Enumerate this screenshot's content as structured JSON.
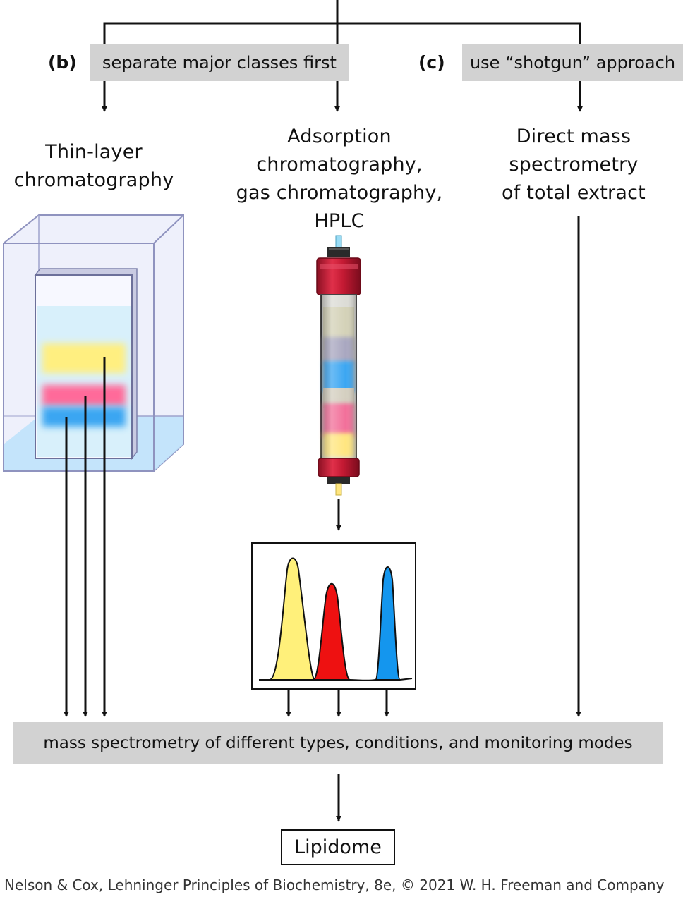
{
  "branches": {
    "b": {
      "tag": "(b)",
      "label": "separate major classes first",
      "left_method": [
        "Thin-layer",
        "chromatography"
      ],
      "mid_method": [
        "Adsorption",
        "chromatography,",
        "gas chromatography,",
        "HPLC"
      ]
    },
    "c": {
      "tag": "(c)",
      "label": "use “shotgun” approach",
      "method": [
        "Direct mass",
        "spectrometry",
        "of total extract"
      ]
    }
  },
  "tlc_bands": [
    {
      "color": "#ffef80"
    },
    {
      "color": "#ff6a9a"
    },
    {
      "color": "#3ba6f2"
    }
  ],
  "column_bands": [
    {
      "color": "#d4d2b8"
    },
    {
      "color": "#a9a7c0"
    },
    {
      "color": "#3ba6f2"
    },
    {
      "color": "#d4cfc0"
    },
    {
      "color": "#f2709a"
    },
    {
      "color": "#ffe680"
    }
  ],
  "chromatogram_peaks": [
    {
      "color": "#fff07a"
    },
    {
      "color": "#ee1111"
    },
    {
      "color": "#1496ee"
    }
  ],
  "mass_spec_label": "mass spectrometry of different types, conditions, and monitoring modes",
  "output_label": "Lipidome",
  "credit": "Nelson & Cox, Lehninger Principles of Biochemistry, 8e, © 2021 W. H. Freeman and Company"
}
